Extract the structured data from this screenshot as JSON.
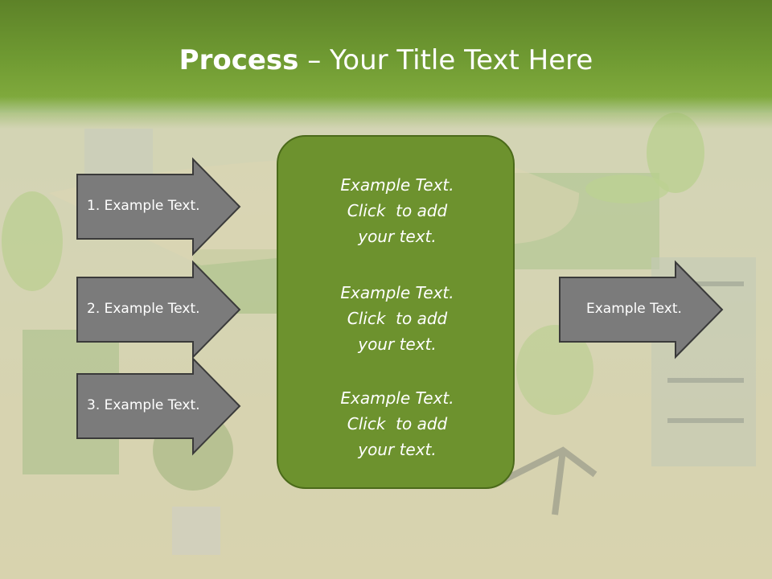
{
  "title": {
    "bold": "Process",
    "separator": " – ",
    "rest": "Your Title Text Here"
  },
  "left_arrows": [
    {
      "label": "1. Example Text."
    },
    {
      "label": "2. Example Text."
    },
    {
      "label": "3. Example Text."
    }
  ],
  "center_box": {
    "blocks": [
      {
        "lines": [
          "Example Text.",
          "Click  to add",
          "your text."
        ]
      },
      {
        "lines": [
          "Example Text.",
          "Click  to add",
          "your text."
        ]
      },
      {
        "lines": [
          "Example Text.",
          "Click  to add",
          "your text."
        ]
      }
    ]
  },
  "right_arrow": {
    "label": "Example Text."
  },
  "colors": {
    "header_green": "#6f9a32",
    "arrow_fill": "#7b7b7b",
    "arrow_stroke": "#3a3a3a",
    "box_fill": "#6d922e",
    "box_stroke": "#4b6a1a"
  }
}
